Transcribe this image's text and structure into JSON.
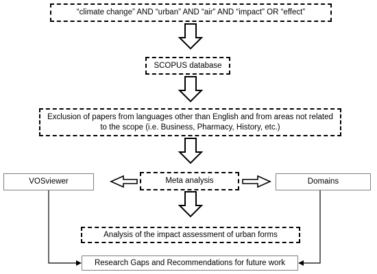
{
  "flowchart": {
    "query": "“climate change” AND “urban” AND “air” AND “impact” OR “effect”",
    "database": "SCOPUS database",
    "exclusion": "Exclusion of papers from languages other than English and from areas not related to the scope (i.e. Business, Pharmacy, History, etc.)",
    "meta_analysis": "Meta analysis",
    "vosviewer": "VOSviewer",
    "domains": "Domains",
    "impact_analysis": "Analysis of the impact assessment of urban forms",
    "research_gaps": "Research Gaps and Recommendations for future work"
  }
}
